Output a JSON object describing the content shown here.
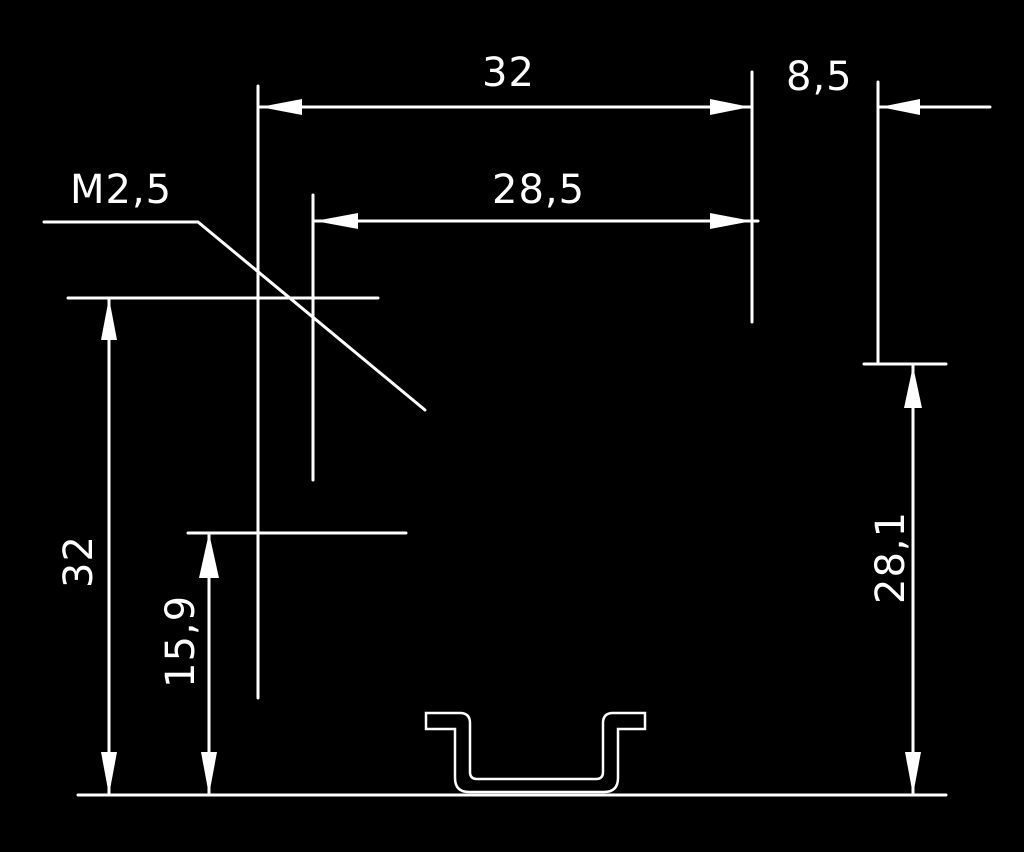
{
  "diagram": {
    "thread_label": "M2,5",
    "dims": {
      "top_width": "32",
      "right_offset": "8,5",
      "hole_spacing": "28,5",
      "left_height": "32",
      "lower_height": "15,9",
      "right_height": "28,1"
    },
    "colors": {
      "background": "#000000",
      "line": "#ffffff"
    }
  }
}
